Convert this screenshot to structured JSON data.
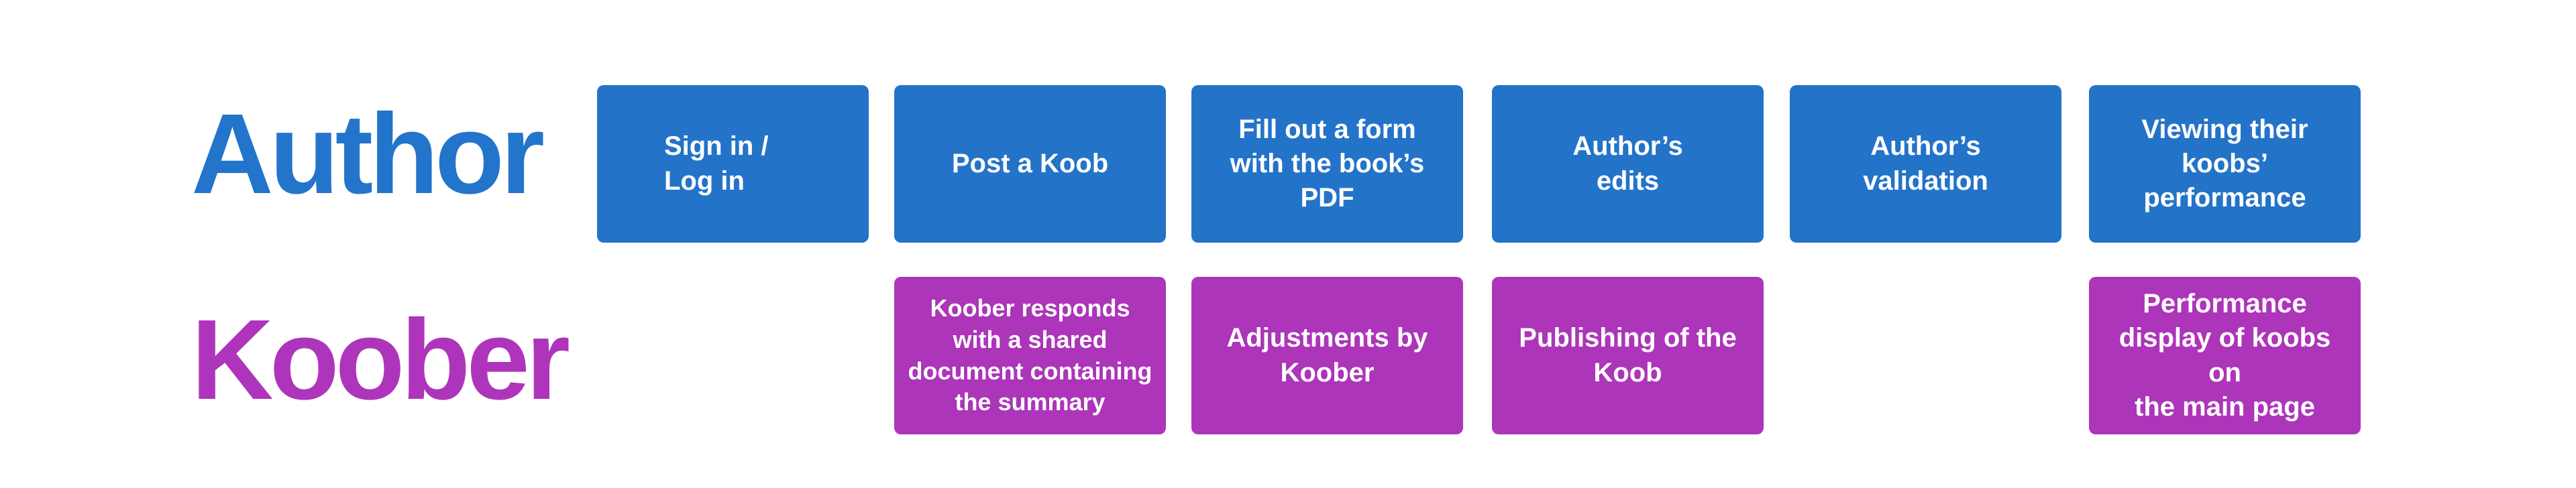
{
  "lanes": {
    "author": {
      "label": "Author",
      "color": "#2374CB",
      "steps": [
        "Sign in /\nLog in",
        "Post a Koob",
        "Fill out a form\nwith the book’s PDF",
        "Author’s\nedits",
        "Author’s\nvalidation",
        "Viewing their\nkoobs’\nperformance"
      ]
    },
    "koober": {
      "label": "Koober",
      "color": "#AE35BB",
      "steps": [
        "Koober responds\nwith a shared\ndocument containing\nthe summary",
        "Adjustments by\nKoober",
        "Publishing of the\nKoob",
        "Performance\ndisplay of koobs on\nthe main page"
      ]
    }
  }
}
